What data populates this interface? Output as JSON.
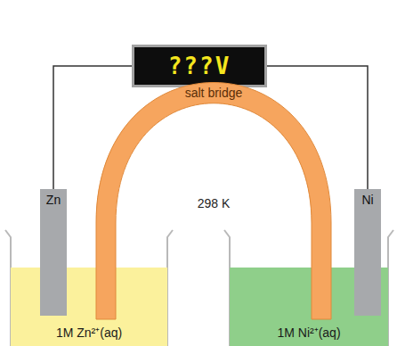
{
  "diagram": {
    "nodes": [
      {
        "text": [
          "???V"
        ]
      },
      {
        "text": [
          "salt bridge"
        ]
      },
      {
        "text": [
          "Zn"
        ]
      },
      {
        "text": [
          "Ni"
        ]
      },
      {
        "text": [
          "1M Zn²⁺(aq)"
        ]
      },
      {
        "text": [
          "1M Ni²⁺(aq)"
        ]
      }
    ],
    "edges": [
      {
        "from": 2,
        "to": 0,
        "arrow": "none"
      },
      {
        "from": 3,
        "to": 0,
        "arrow": "none"
      }
    ],
    "labels": [
      "298 K"
    ]
  }
}
